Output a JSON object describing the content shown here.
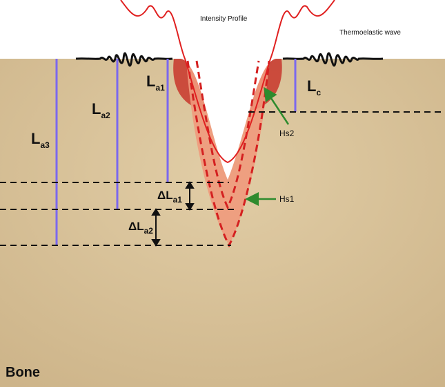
{
  "labels": {
    "intensity_profile": "Intensity Profile",
    "thermoelastic_wave": "Thermoelastic wave",
    "bone": "Bone",
    "hs1": "Hs1",
    "hs2": "Hs2",
    "la1": {
      "main": "L",
      "sub": "a1"
    },
    "la2": {
      "main": "L",
      "sub": "a2"
    },
    "la3": {
      "main": "L",
      "sub": "a3"
    },
    "lc": {
      "main": "L",
      "sub": "c"
    },
    "dla1": {
      "main": "ΔL",
      "sub": "a1"
    },
    "dla2": {
      "main": "ΔL",
      "sub": "a2"
    }
  },
  "colors": {
    "bone": "#d9c39a",
    "bone_edge": "#c9b085",
    "depth_line": "#7b68ee",
    "crater_dark": "#c62a22",
    "crater_light": "#ef9a7c",
    "intensity_curve": "#e02020",
    "arrow": "#2e8b2e",
    "dashed": "#111111"
  }
}
